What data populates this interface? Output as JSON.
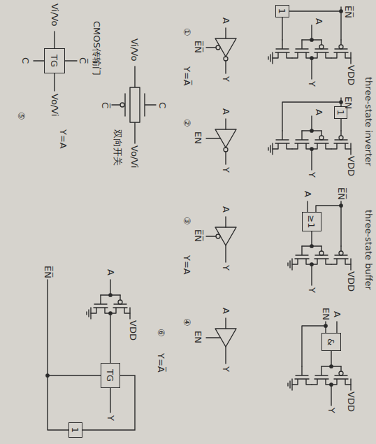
{
  "diagram": {
    "nodes": [
      {
        "text": [
          "1"
        ]
      },
      {
        "text": [
          "1"
        ]
      },
      {
        "text": [
          "≥1"
        ]
      },
      {
        "text": [
          "&"
        ]
      },
      {
        "text": [
          "TG"
        ]
      },
      {
        "text": [
          "TG"
        ]
      },
      {
        "text": [
          "1"
        ]
      }
    ],
    "edges": [
      {
        "from": 6,
        "to": 5,
        "arrow": "none"
      }
    ],
    "labels": [
      "three-state inverter",
      "E̅N̅",
      "A",
      "VDD",
      "Y",
      "EN",
      "A",
      "VDD",
      "Y",
      "A",
      "E̅N̅",
      "Y",
      "①",
      "Y=A̅",
      "A",
      "EN",
      "Y",
      "②",
      "three-state buffer",
      "E̅N̅",
      "A",
      "VDD",
      "Y",
      "A",
      "EN",
      "VDD",
      "Y",
      "A",
      "E̅N̅",
      "Y",
      "③",
      "Y=A",
      "A",
      "EN",
      "Y",
      "④",
      "CMOS传输门",
      "Vi/Vo",
      "Vo/Vi",
      "C",
      "C̅",
      "双向开关",
      "Vi/Vo",
      "Vo/Vi",
      "C̅",
      "C",
      "⑤",
      "Y=A",
      "A",
      "VDD",
      "Y",
      "E̅N̅",
      "⑥",
      "Y=A̅"
    ]
  }
}
